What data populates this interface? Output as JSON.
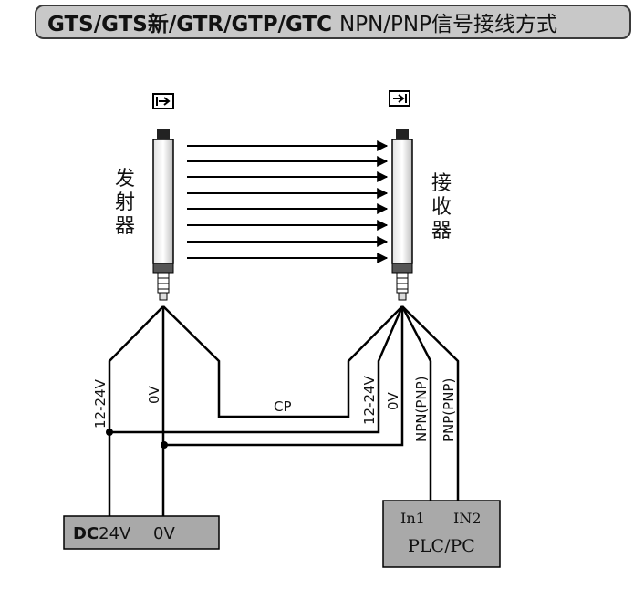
{
  "title": {
    "models": "GTS/GTS新/GTR/GTP/GTC",
    "subtitle": "NPN/PNP信号接线方式"
  },
  "emitter": {
    "label": [
      "发",
      "射",
      "器"
    ]
  },
  "receiver": {
    "label": [
      "接",
      "收",
      "器"
    ]
  },
  "wires": {
    "emitter_v": "12-24V",
    "emitter_0v": "0V",
    "cp": "CP",
    "receiver_v": "12-24V",
    "receiver_0v": "0V",
    "npn": "NPN(PNP)",
    "pnp": "PNP(PNP)"
  },
  "power_box": {
    "dc": "DC",
    "voltage": "24V",
    "zero": "0V"
  },
  "plc_box": {
    "in1": "In1",
    "in2": "IN2",
    "name": "PLC/PC"
  },
  "colors": {
    "title_bg": "#c8c8c8",
    "box_fill": "#a9a9a9",
    "line": "#000000"
  },
  "icons": {
    "emitter_icon": "emitter-symbol-icon",
    "receiver_icon": "receiver-symbol-icon"
  }
}
